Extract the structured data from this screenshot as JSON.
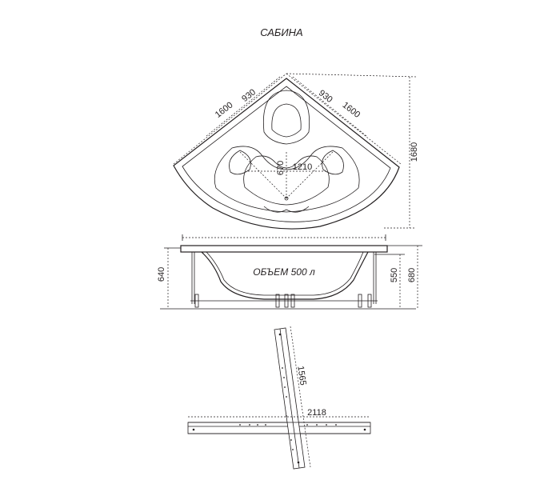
{
  "title": "САБИНА",
  "top_view": {
    "dim_left_outer": "1600",
    "dim_left_inner": "930",
    "dim_right_inner": "930",
    "dim_right_outer": "1600",
    "dim_height_total": "1680",
    "dim_bowl_depth": "670",
    "dim_bowl_width": "1210"
  },
  "side_view": {
    "volume_label": "ОБЪЕМ 500 л",
    "dim_left_height": "640",
    "dim_rim_height": "550",
    "dim_total_height": "680"
  },
  "frame_view": {
    "dim_short_beam": "1565",
    "dim_long_beam": "2118"
  }
}
